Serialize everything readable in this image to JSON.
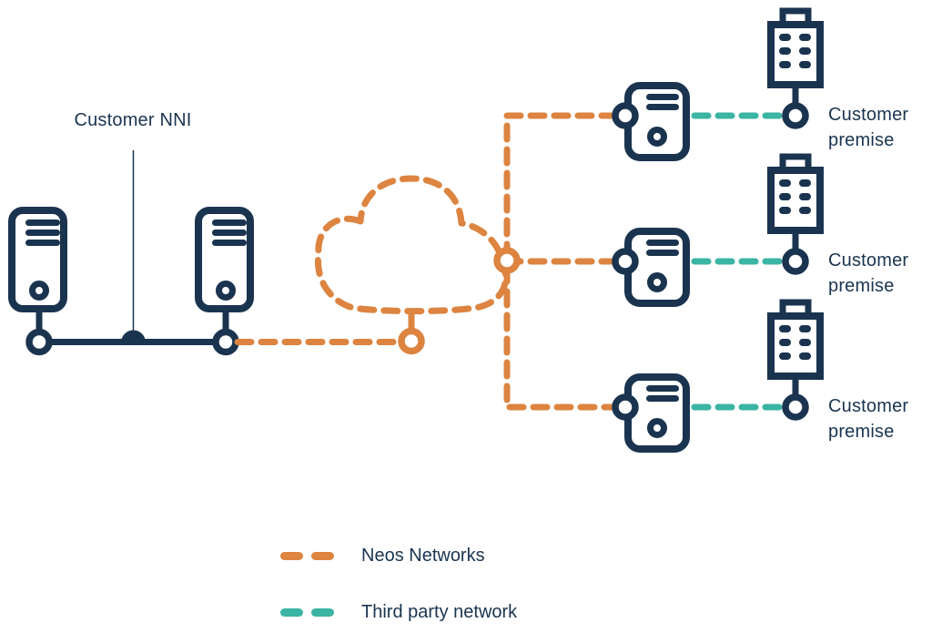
{
  "colors": {
    "navy": "#1A3450",
    "orange": "#DC8440",
    "teal": "#3BB4A3",
    "background": "#FFFFFF"
  },
  "labels": {
    "customer_nni": "Customer NNI",
    "customer_premise_1": "Customer premise",
    "customer_premise_2": "Customer premise",
    "customer_premise_3": "Customer premise"
  },
  "legend": {
    "items": [
      {
        "label": "Neos Networks",
        "color": "#DC8440",
        "line_style": "dashed"
      },
      {
        "label": "Third party network",
        "color": "#3BB4A3",
        "line_style": "dashed"
      }
    ]
  },
  "icons": {
    "customer_server": "server-tower-icon",
    "neos_cloud": "network-cloud-icon",
    "neos_node": "network-node-icon",
    "customer_premise": "office-building-icon",
    "connector": "port-node-icon",
    "nni_junction": "junction-dot-icon"
  }
}
